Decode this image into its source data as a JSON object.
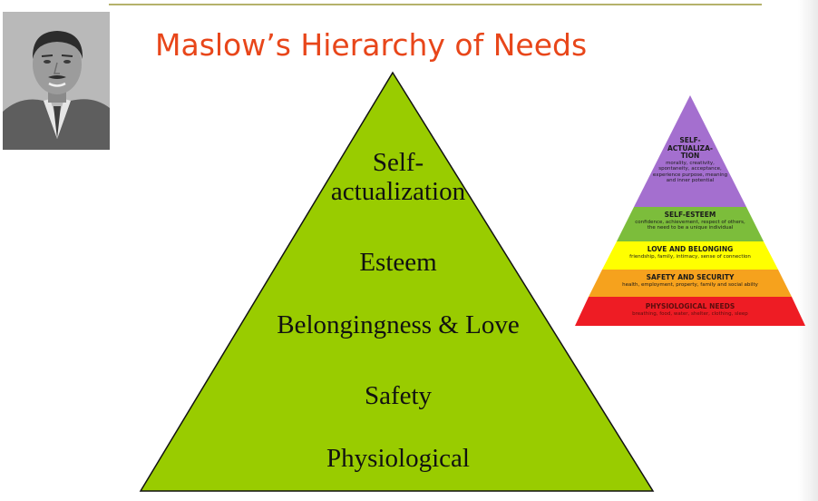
{
  "title": "Maslow’s Hierarchy of Needs",
  "colors": {
    "title": "#e8461a",
    "main_pyramid_fill": "#99cc00",
    "self_actualization": "#a46fcf",
    "self_esteem": "#7cbd3b",
    "love_belonging": "#ffff00",
    "safety_security": "#f6a21d",
    "physiological": "#ee1c24"
  },
  "portrait_icon": "photo-portrait-icon",
  "main_pyramid": {
    "self_actualization_line1": "Self-",
    "self_actualization_line2": "actualization",
    "esteem": "Esteem",
    "belongingness": "Belongingness & Love",
    "safety": "Safety",
    "physiological": "Physiological"
  },
  "small_pyramid": {
    "self_actualization": {
      "heading_lines": [
        "SELF-",
        "ACTUALIZA-",
        "TION"
      ],
      "description_lines": [
        "morality, creativity,",
        "spontaneity, acceptance,",
        "experience purpose, meaning",
        "and inner potential"
      ]
    },
    "self_esteem": {
      "heading": "SELF-ESTEEM",
      "description_lines": [
        "confidence, achievement, respect of others,",
        "the need to be a unique individual"
      ]
    },
    "love_belonging": {
      "heading": "LOVE AND BELONGING",
      "description": "friendship, family, intimacy, sense of connection"
    },
    "safety_security": {
      "heading": "SAFETY AND SECURITY",
      "description": "health, employment, property, family and social abilty"
    },
    "physiological": {
      "heading": "PHYSIOLOGICAL NEEDS",
      "description": "breathing, food, water, shelter, clothing, sleep"
    }
  }
}
